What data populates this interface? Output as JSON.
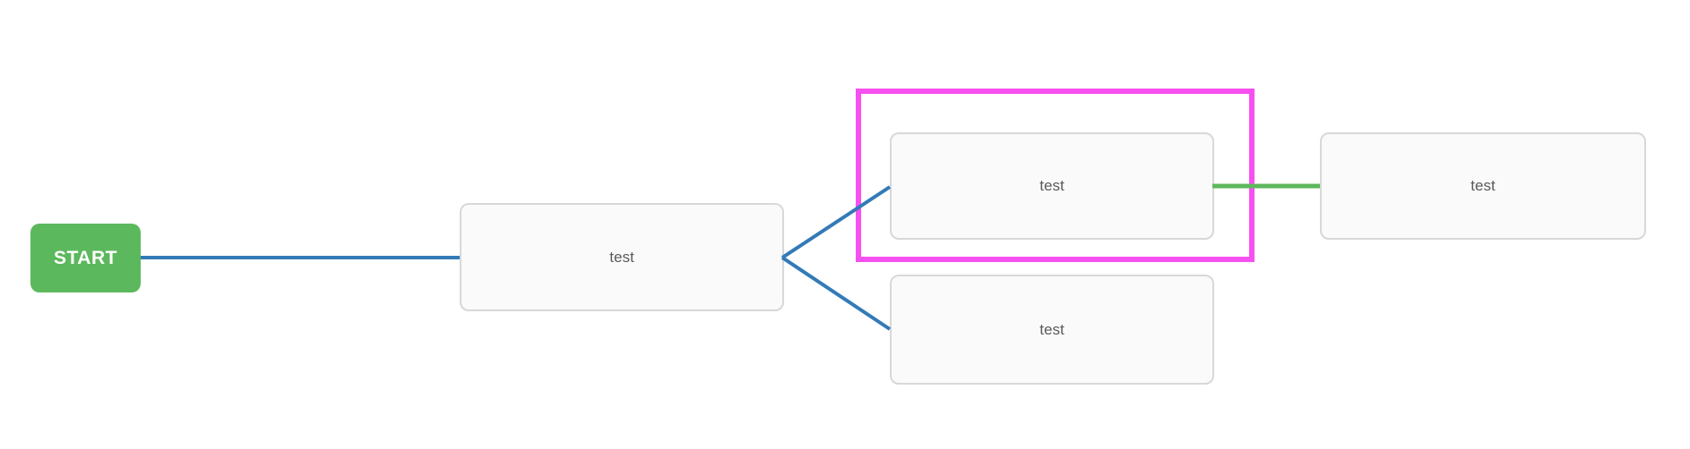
{
  "diagram": {
    "type": "flowchart",
    "background": "#ffffff",
    "start_node": {
      "label": "START"
    },
    "nodes": [
      {
        "id": "node-1",
        "label": "test",
        "highlighted": false
      },
      {
        "id": "node-2",
        "label": "test",
        "highlighted": true
      },
      {
        "id": "node-3",
        "label": "test",
        "highlighted": false
      },
      {
        "id": "node-4",
        "label": "test",
        "highlighted": false
      }
    ],
    "edges": [
      {
        "from": "start",
        "to": "node-1",
        "color": "#337ab7"
      },
      {
        "from": "node-1",
        "to": "node-2",
        "color": "#337ab7"
      },
      {
        "from": "node-1",
        "to": "node-3",
        "color": "#337ab7"
      },
      {
        "from": "node-2",
        "to": "node-4",
        "color": "#5cb85c"
      }
    ]
  },
  "colors": {
    "start_bg": "#5cb85c",
    "start_text": "#ffffff",
    "edge_blue": "#337ab7",
    "edge_green": "#5cb85c",
    "highlight": "#f750f0",
    "node_bg": "#fafafa",
    "node_border": "#d8d8d8",
    "node_text": "#5a5a5a"
  }
}
